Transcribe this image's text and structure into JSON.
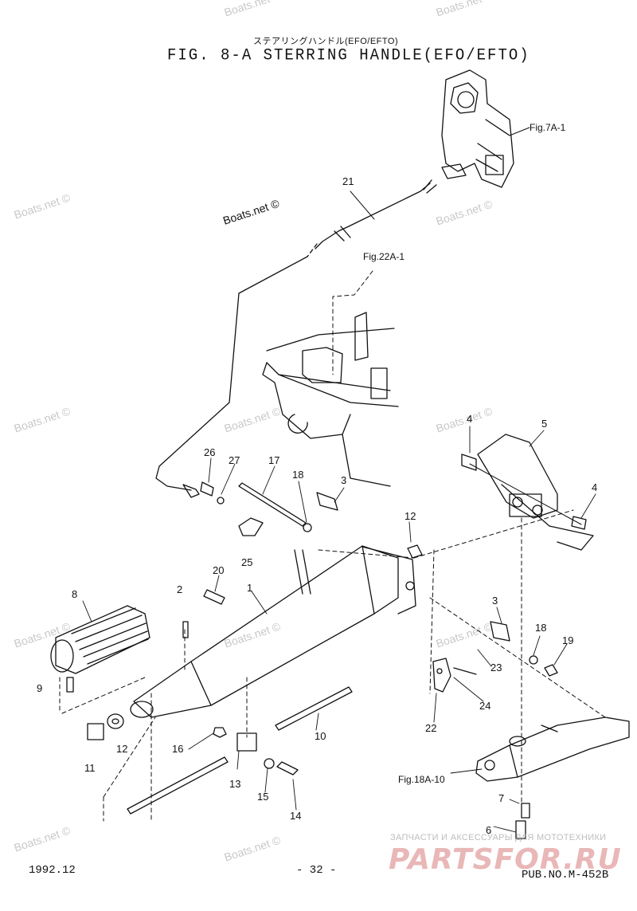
{
  "header": {
    "title_jp": "ステアリングハンドル(EFO/EFTO)",
    "title": "FIG.  8-A STERRING HANDLE(EFO/EFTO)"
  },
  "watermarks": {
    "boats_net": "Boats.net ©"
  },
  "references": {
    "fig_7a1": "Fig.7A-1",
    "fig_22a1": "Fig.22A-1",
    "fig_18a10": "Fig.18A-10"
  },
  "callouts": {
    "c1": "1",
    "c2": "2",
    "c3a": "3",
    "c3b": "3",
    "c4a": "4",
    "c4b": "4",
    "c5": "5",
    "c6": "6",
    "c7": "7",
    "c8": "8",
    "c9": "9",
    "c10": "10",
    "c11": "11",
    "c12a": "12",
    "c12b": "12",
    "c13": "13",
    "c14": "14",
    "c15": "15",
    "c16": "16",
    "c17": "17",
    "c18a": "18",
    "c18b": "18",
    "c19": "19",
    "c20": "20",
    "c21": "21",
    "c22": "22",
    "c23": "23",
    "c24": "24",
    "c25": "25",
    "c26": "26",
    "c27": "27"
  },
  "footer": {
    "date": "1992.12",
    "page": "- 32 -",
    "pub": "PUB.NO.M-452B",
    "shop_text": "ЗАПЧАСТИ И АКСЕССУАРЫ ДЛЯ МОТОТЕХНИКИ",
    "shop_logo": "PARTSFOR.RU"
  },
  "colors": {
    "line": "#111111",
    "watermark": "#c8c8c8",
    "shop_logo": "#e9b7b7"
  }
}
